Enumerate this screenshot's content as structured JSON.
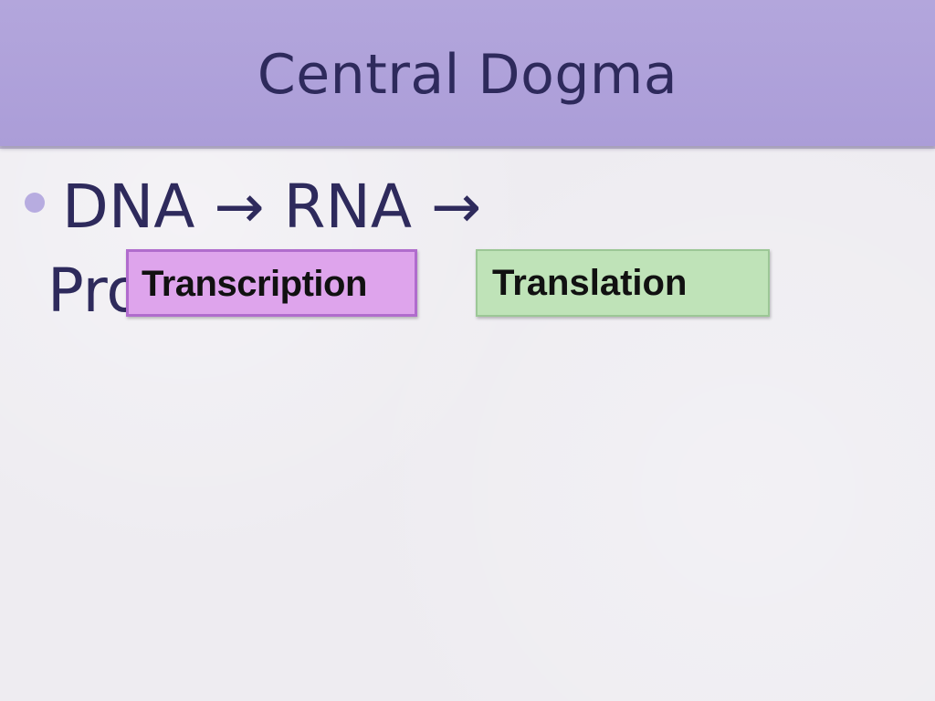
{
  "slide": {
    "title": "Central Dogma",
    "bullet": {
      "line1": "DNA  → RNA →",
      "line2": "Proteins"
    },
    "labels": {
      "transcription": "Transcription",
      "translation": "Translation"
    }
  },
  "colors": {
    "title_band": "#b3a6dc",
    "title_text": "#2e2a5c",
    "transcription_fill": "#dea4ec",
    "transcription_border": "#b06ccd",
    "translation_fill": "#bfe3b8",
    "translation_border": "#9cc796"
  }
}
